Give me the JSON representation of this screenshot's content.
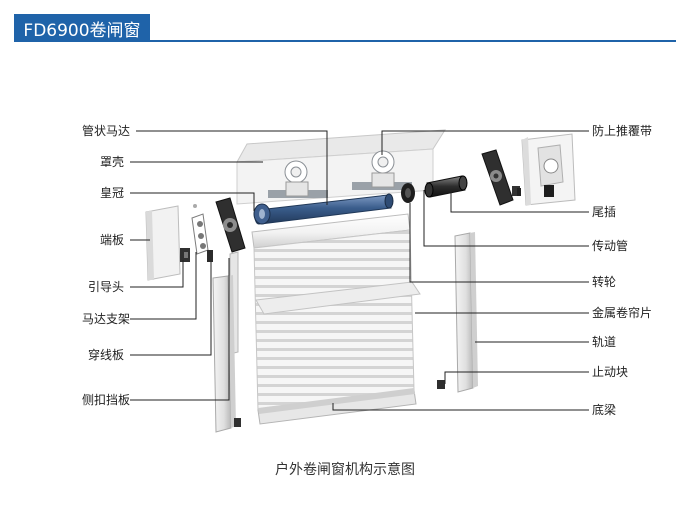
{
  "header": {
    "title": "FD6900卷闸窗"
  },
  "caption": "户外卷闸窗机构示意图",
  "colors": {
    "header_bg": "#1f63a9",
    "leader_line": "#222222",
    "tube": "#3a5d8c"
  },
  "labels_left": [
    "管状马达",
    "罩壳",
    "皇冠",
    "端板",
    "引导头",
    "马达支架",
    "穿线板",
    "侧扣挡板"
  ],
  "labels_right": [
    "防上推覆带",
    "尾插",
    "传动管",
    "转轮",
    "金属卷帘片",
    "轨道",
    "止动块",
    "底梁"
  ]
}
